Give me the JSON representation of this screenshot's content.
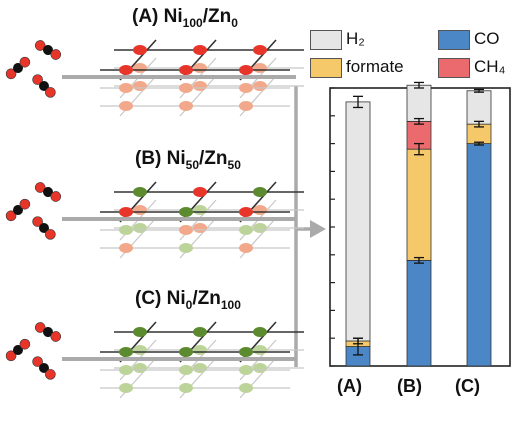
{
  "catalysts": [
    {
      "label_prefix": "(A) ",
      "metal1": "Ni",
      "sub1": "100",
      "sep": "/",
      "metal2": "Zn",
      "sub2": "0"
    },
    {
      "label_prefix": "(B) ",
      "metal1": "Ni",
      "sub1": "50",
      "sep": "/",
      "metal2": "Zn",
      "sub2": "50"
    },
    {
      "label_prefix": "(C) ",
      "metal1": "Ni",
      "sub1": "0",
      "sep": "/",
      "metal2": "Zn",
      "sub2": "100"
    }
  ],
  "colors": {
    "ni_site": "#e8352a",
    "ni_site_faded": "#f2a88a",
    "zn_site": "#5c8a2e",
    "zn_site_faded": "#bcd49a",
    "lattice": "#333333",
    "lattice_faded": "#c8c8c8",
    "arrow": "#aaaaaa",
    "co2_oxygen": "#e8352a",
    "co2_carbon": "#111111"
  },
  "legend": [
    {
      "name": "H₂",
      "color": "#e6e6e6"
    },
    {
      "name": "CO",
      "color": "#4b86c6"
    },
    {
      "name": "formate",
      "color": "#f5c96a"
    },
    {
      "name": "CH₄",
      "color": "#ea6a6e"
    }
  ],
  "chart_data": {
    "type": "bar",
    "stacked": true,
    "categories": [
      "(A)",
      "(B)",
      "(C)"
    ],
    "series": [
      {
        "name": "CO",
        "color": "#4b86c6",
        "values": [
          0.07,
          0.38,
          0.8
        ]
      },
      {
        "name": "formate",
        "color": "#f5c96a",
        "values": [
          0.02,
          0.4,
          0.07
        ]
      },
      {
        "name": "CH₄",
        "color": "#ea6a6e",
        "values": [
          0.0,
          0.1,
          0.0
        ]
      },
      {
        "name": "H₂",
        "color": "#e6e6e6",
        "values": [
          0.86,
          0.13,
          0.12
        ]
      }
    ],
    "error_bars": {
      "CO": [
        0.03,
        0.01,
        0.005
      ],
      "formate": [
        0.01,
        0.02,
        0.01
      ],
      "CH₄": [
        0.0,
        0.01,
        0.0
      ],
      "H₂": [
        0.02,
        0.01,
        0.005
      ]
    },
    "ylim": [
      0,
      1.0
    ],
    "y_ticks": 10,
    "y_tick_labels_shown": false,
    "grid": false,
    "legend_position": "top"
  }
}
